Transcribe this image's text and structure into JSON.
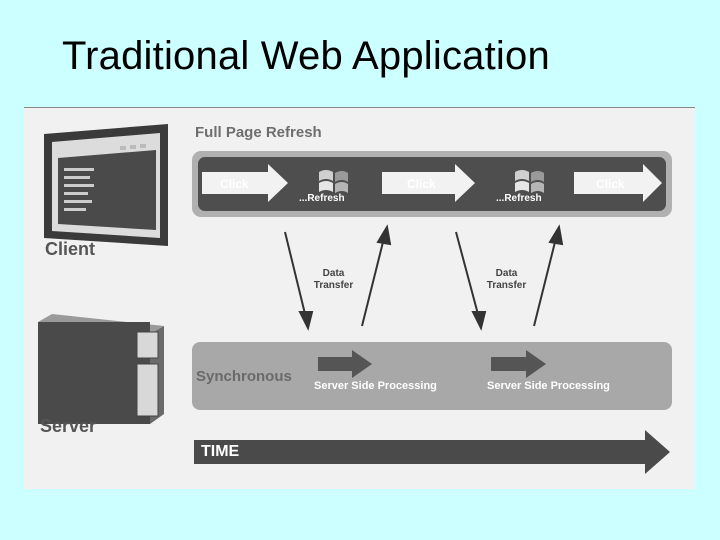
{
  "slide": {
    "title": "Traditional Web Application"
  },
  "diagram": {
    "full_page_refresh_label": "Full Page Refresh",
    "click_labels": [
      "Click",
      "Click",
      "Click"
    ],
    "refresh_labels": [
      "...Refresh",
      "...Refresh"
    ],
    "data_transfer_labels": [
      "Data\nTransfer",
      "Data\nTransfer"
    ],
    "synchronous_label": "Synchronous",
    "server_processing_labels": [
      "Server Side Processing",
      "Server Side Processing"
    ],
    "client_label": "Client",
    "server_label": "Server",
    "time_label": "TIME",
    "icons": [
      "monitor-icon",
      "server-tower-icon",
      "windows-logo-icon"
    ]
  }
}
